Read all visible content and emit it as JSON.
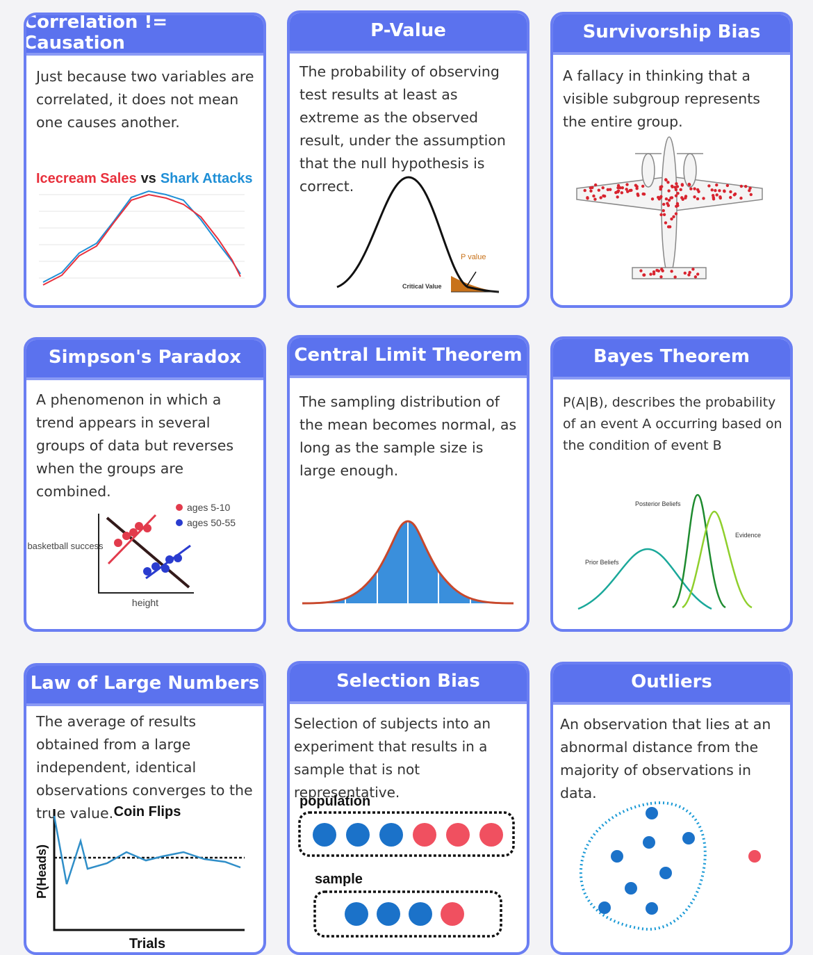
{
  "cards": [
    {
      "title": "Correlation != Causation",
      "text": "Just because two variables are correlated, it does not mean one causes another."
    },
    {
      "title": "P-Value",
      "text": "The probability of observing test results at least as extreme as the observed result, under the assumption that the null hypothesis is correct."
    },
    {
      "title": "Survivorship Bias",
      "text": "A fallacy in thinking that a visible subgroup represents the entire group."
    },
    {
      "title": "Simpson's Paradox",
      "text": "A phenomenon in which a trend appears in several groups of data but reverses when the groups are combined."
    },
    {
      "title": "Central Limit Theorem",
      "text": "The sampling distribution of the mean becomes normal, as long as the sample size is large enough."
    },
    {
      "title": "Bayes Theorem",
      "text": "P(A|B), describes the probability of an event A occurring based on the condition of event B"
    },
    {
      "title": "Law of Large Numbers",
      "text": "The average of results obtained from a large independent, identical observations converges to the true value."
    },
    {
      "title": "Selection Bias",
      "text": "Selection of subjects into an experiment that results in a sample that is not representative."
    },
    {
      "title": "Outliers",
      "text": "An observation that lies at an abnormal distance from the majority of observations in data."
    }
  ],
  "correlation_chart": {
    "label_a": "Icecream Sales",
    "vs": "vs",
    "label_b": "Shark Attacks",
    "color_a": "#e8303c",
    "color_b": "#1f8fd6"
  },
  "pvalue_chart": {
    "p_label": "P value",
    "critical_label": "Critical Value",
    "tail_color": "#c8721a"
  },
  "simpson_chart": {
    "legend_a": "ages 5-10",
    "legend_b": "ages 50-55",
    "ylabel": "basketball success",
    "xlabel": "height",
    "color_a": "#e23b4c",
    "color_b": "#2a3ccf"
  },
  "bayes_chart": {
    "posterior": "Posterior Beliefs",
    "evidence": "Evidence",
    "prior": "Prior Beliefs"
  },
  "lln_chart": {
    "title": "Coin Flips",
    "ylabel": "P(Heads)",
    "xlabel": "Trials",
    "line_color": "#2f8ec8"
  },
  "selection_chart": {
    "population_label": "population",
    "sample_label": "sample",
    "population": [
      "blue",
      "blue",
      "blue",
      "red",
      "red",
      "red"
    ],
    "sample": [
      "blue",
      "blue",
      "blue",
      "red"
    ]
  },
  "colors": {
    "header": "#5b72ee",
    "border": "#6a7ef2",
    "dot_blue": "#1b72c9",
    "dot_red": "#f05060"
  }
}
